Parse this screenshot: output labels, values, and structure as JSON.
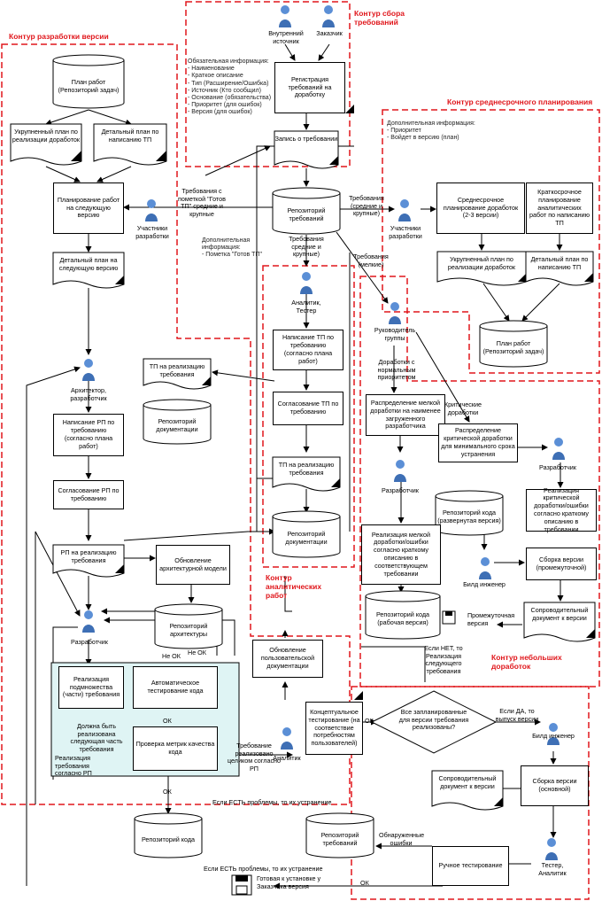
{
  "zones": {
    "dev": "Контур разработки версии",
    "collect": "Контур сбора требований",
    "midterm": "Контур среднесрочного планирования",
    "analytics": "Контур аналитических работ",
    "small": "Контур небольших доработок"
  },
  "actors": {
    "internal": "Внутренний источник",
    "customer": "Заказчик",
    "dev_participants": "Участники разработки",
    "plan_participants": "Участники разработки",
    "analyst_tester": "Аналитик, Тестер",
    "group_lead": "Руководитель группы",
    "architect": "Архитектор, разработчик",
    "developer_small": "Разработчик",
    "developer_crit": "Разработчик",
    "build_engineer_small": "Билд инженер",
    "developer_main": "Разработчик",
    "analyst": "Аналитик",
    "build_engineer": "Билд инженер",
    "tester_analyst": "Тестер, Аналитик"
  },
  "boxes": {
    "registration": "Регистрация требований на доработку",
    "planning_next": "Планирование работ на следующую версию",
    "midterm_plan": "Среднесрочное планирование доработок (2-3 версии)",
    "shortterm_plan": "Краткосрочное планирование аналитических работ по написанию ТП",
    "write_tp": "Написание ТП по требованию (согласно плана работ)",
    "approve_tp": "Согласование ТП по требованию",
    "distribute_small": "Распределение мелкой доработки на наименее загруженного разработчика",
    "distribute_crit": "Распределение критической доработки для минимального срока устранения",
    "write_rp": "Написание РП по требованию (согласно плана работ)",
    "approve_rp": "Согласование РП по требованию",
    "impl_crit": "Реализация критической доработки/ошибки согласно краткому описанию в требовании",
    "build_intermediate": "Сборка версии (промежуточной)",
    "impl_small": "Реализация мелкой доработки/ошибки согласно краткому описанию в соответствующем требовании",
    "update_arch": "Обновление архитектурной модели",
    "impl_subset": "Реализация подмножества (части) требования",
    "auto_test": "Автоматическое тестирование кода",
    "metrics": "Проверка метрик качества кода",
    "update_docs": "Обновление пользовательской документации",
    "concept_test": "Концептуальное тестирование (на соответствие потребностям пользователей)",
    "build_main": "Сборка версии (основной)",
    "manual_test": "Ручное тестирование"
  },
  "docs": {
    "record": "Запись о требовании",
    "enlarged_plan": "Укрупненный план по реализации доработок",
    "detail_plan_tp": "Детальный план по написанию ТП",
    "detail_plan_next": "Детальный план на следующую версию",
    "enlarged_plan2": "Укрупненный план по реализации доработок",
    "detail_plan_tp2": "Детальный план по написанию ТП",
    "tp_impl_left": "ТП на реализацию требования",
    "tp_impl": "ТП на реализацию требования",
    "rp_impl": "РП на реализацию требования",
    "accomp_doc_small": "Сопроводительный документ к версии",
    "accomp_doc": "Сопроводительный документ к версии"
  },
  "repos": {
    "plan_top": "План работ (Репозиторий задач)",
    "requirements": "Репозиторий требований",
    "plan_right": "План работ (Репозиторий задач)",
    "docs_left": "Репозиторий документации",
    "docs_center": "Репозиторий документации",
    "code_expanded": "Репозиторий кода (развернутая версия)",
    "code_working": "Репозиторий кода (рабочая версия)",
    "architecture": "Репозиторий архитектуры",
    "code_bottom": "Репозиторий кода",
    "requirements_bottom": "Репозиторий требований"
  },
  "decision": "Все запланированные для версии требования реализованы?",
  "labels": {
    "mandatory": "Обязательная информация:\n- Наименование\n- Краткое описание\n- Тип (Расширение/Ошибка)\n- Источник (Кто сообщил)\n- Основание (обязательства)\n- Приоритет (для ошибок)\n- Версия (для ошибок)",
    "additional": "Дополнительная информация:\n- Приоритет\n- Войдет в версию (план)",
    "additional_tp": "Дополнительная информация:\n- Пометка \"Готов ТП\"",
    "req_ready_tp": "Требования с пометкой \"Готов ТП\" средние и крупные",
    "req_mid_large": "Требования (средние и крупные)",
    "req_mid_large2": "Требования средние и крупные)",
    "req_small": "Требования (мелкие)",
    "normal_priority": "Доработки с нормальным приоритетом",
    "critical": "Критические доработки",
    "intermediate_version": "Промежуточная версия",
    "no_ok": "Не ОК",
    "no_ok2": "Не ОК",
    "ok1": "ОК",
    "ok2": "ОК",
    "ok3": "ОК",
    "ok4": "ОК",
    "must_implement": "Должна быть реализована следующая часть требования",
    "impl_by_rp": "Реализация требования согласно РП",
    "req_fully": "Требование реализовано целиком согласно РП",
    "if_no": "Если НЕТ, то Реализация следующего требования",
    "if_yes": "Если ДА, то выпуск версии",
    "if_problems": "Если ЕСТЬ проблемы, то их устранение",
    "if_problems2": "Если ЕСТЬ проблемы, то их устранение",
    "found_errors": "Обнаруженные ошибки",
    "ready_install": "Готовая к установке у Заказчика версия"
  }
}
